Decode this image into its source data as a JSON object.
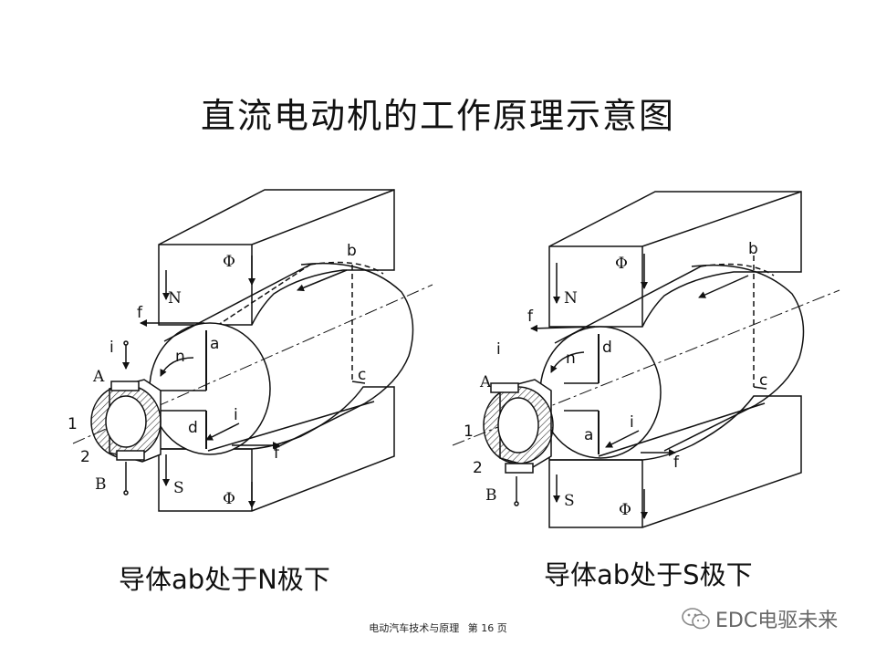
{
  "title": "直流电动机的工作原理示意图",
  "left": {
    "caption": "导体ab处于N极下",
    "labels": {
      "N": "N",
      "S": "S",
      "phi_top": "Φ",
      "phi_bottom": "Φ",
      "a": "a",
      "b": "b",
      "c": "c",
      "d": "d",
      "f_top": "f",
      "f_bottom": "f",
      "n": "n",
      "i_top": "i",
      "i_mid": "i",
      "A": "A",
      "B": "B",
      "one": "1",
      "two": "2"
    }
  },
  "right": {
    "caption": "导体ab处于S极下",
    "labels": {
      "N": "N",
      "S": "S",
      "phi_top": "Φ",
      "phi_bottom": "Φ",
      "a": "a",
      "b": "b",
      "c": "c",
      "d": "d",
      "f_top": "f",
      "f_bottom": "f",
      "n": "n",
      "i_top": "i",
      "i_mid": "i",
      "A": "A",
      "B": "B",
      "one": "1",
      "two": "2"
    }
  },
  "footer": {
    "book": "电动汽车技术与原理",
    "page": "第 16 页"
  },
  "watermark": "EDC电驱未来"
}
